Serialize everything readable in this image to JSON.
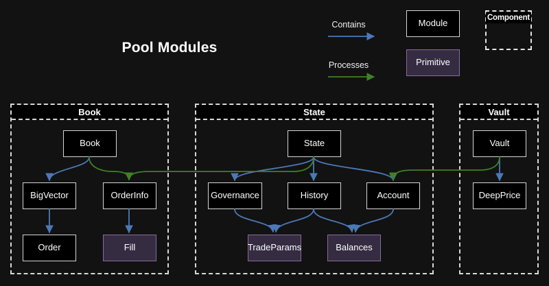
{
  "title": "Pool Modules",
  "legend": {
    "contains_label": "Contains",
    "processes_label": "Processes",
    "module_label": "Module",
    "primitive_label": "Primitive",
    "component_label": "Component"
  },
  "containers": {
    "book": {
      "label": "Book"
    },
    "state": {
      "label": "State"
    },
    "vault": {
      "label": "Vault"
    }
  },
  "nodes": {
    "book": {
      "label": "Book",
      "type": "module"
    },
    "bigvector": {
      "label": "BigVector",
      "type": "module"
    },
    "orderinfo": {
      "label": "OrderInfo",
      "type": "module"
    },
    "order": {
      "label": "Order",
      "type": "module"
    },
    "fill": {
      "label": "Fill",
      "type": "primitive"
    },
    "state": {
      "label": "State",
      "type": "module"
    },
    "governance": {
      "label": "Governance",
      "type": "module"
    },
    "history": {
      "label": "History",
      "type": "module"
    },
    "account": {
      "label": "Account",
      "type": "module"
    },
    "tradeparams": {
      "label": "TradeParams",
      "type": "primitive"
    },
    "balances": {
      "label": "Balances",
      "type": "primitive"
    },
    "vault": {
      "label": "Vault",
      "type": "module"
    },
    "deepprice": {
      "label": "DeepPrice",
      "type": "module"
    }
  },
  "edges": {
    "contains": [
      [
        "Book",
        "BigVector"
      ],
      [
        "BigVector",
        "Order"
      ],
      [
        "OrderInfo",
        "Fill"
      ],
      [
        "State",
        "Governance"
      ],
      [
        "State",
        "History"
      ],
      [
        "State",
        "Account"
      ],
      [
        "Governance",
        "TradeParams"
      ],
      [
        "History",
        "TradeParams"
      ],
      [
        "History",
        "Balances"
      ],
      [
        "Account",
        "Balances"
      ],
      [
        "Vault",
        "DeepPrice"
      ]
    ],
    "processes": [
      [
        "Book",
        "OrderInfo"
      ],
      [
        "State",
        "OrderInfo"
      ],
      [
        "Vault",
        "Account"
      ]
    ]
  },
  "colors": {
    "background": "#121212",
    "contains_arrow": "#4b79b8",
    "processes_arrow": "#3f8226",
    "module_fill": "#000000",
    "module_border": "#d7d7d7",
    "primitive_fill": "#362c42",
    "primitive_border": "#876b9c",
    "container_border": "#d9d9d9",
    "text": "#ffffff"
  }
}
